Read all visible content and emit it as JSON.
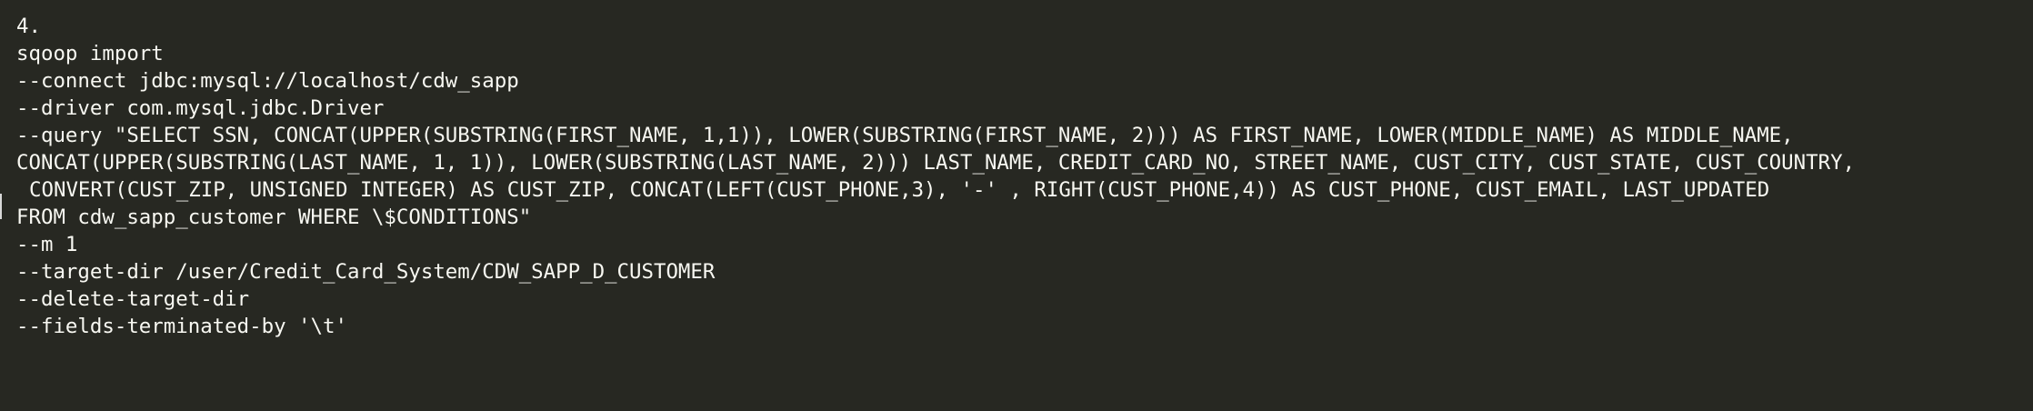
{
  "editor": {
    "lines": [
      "4.",
      "sqoop import",
      "--connect jdbc:mysql://localhost/cdw_sapp",
      "--driver com.mysql.jdbc.Driver",
      "--query \"SELECT SSN, CONCAT(UPPER(SUBSTRING(FIRST_NAME, 1,1)), LOWER(SUBSTRING(FIRST_NAME, 2))) AS FIRST_NAME, LOWER(MIDDLE_NAME) AS MIDDLE_NAME,",
      "CONCAT(UPPER(SUBSTRING(LAST_NAME, 1, 1)), LOWER(SUBSTRING(LAST_NAME, 2))) LAST_NAME, CREDIT_CARD_NO, STREET_NAME, CUST_CITY, CUST_STATE, CUST_COUNTRY,",
      "CONVERT(CUST_ZIP, UNSIGNED INTEGER) AS CUST_ZIP, CONCAT(LEFT(CUST_PHONE,3), '-' , RIGHT(CUST_PHONE,4)) AS CUST_PHONE, CUST_EMAIL, LAST_UPDATED",
      "FROM cdw_sapp_customer WHERE \\$CONDITIONS\"",
      "--m 1",
      "--target-dir /user/Credit_Card_System/CDW_SAPP_D_CUSTOMER",
      "--delete-target-dir",
      "--fields-terminated-by '\\t'"
    ]
  }
}
